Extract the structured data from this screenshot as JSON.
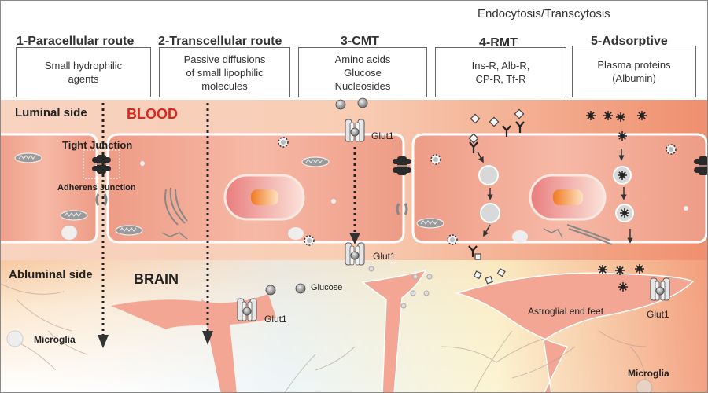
{
  "header": {
    "group_title": "Endocytosis/Transcytosis"
  },
  "routes": [
    {
      "title": "1-Paracellular route",
      "box_lines": [
        "Small hydrophilic",
        "agents"
      ]
    },
    {
      "title": "2-Transcellular route",
      "box_lines": [
        "Passive diffusions",
        "of small lipophilic",
        "molecules"
      ]
    },
    {
      "title": "3-CMT",
      "box_lines": [
        "Amino acids",
        "Glucose",
        "Nucleosides"
      ]
    },
    {
      "title": "4-RMT",
      "box_lines": [
        "Ins-R, Alb-R,",
        "CP-R, Tf-R"
      ]
    },
    {
      "title": "5-Adsorptive",
      "box_lines": [
        "Plasma proteins",
        "(Albumin)"
      ]
    }
  ],
  "labels": {
    "luminal_side": "Luminal side",
    "abluminal_side": "Abluminal side",
    "blood": "BLOOD",
    "brain": "BRAIN",
    "tight_junction": "Tight Junction",
    "adherens_junction": "Adherens Junction",
    "glut1_top": "Glut1",
    "glut1_bottom": "Glut1",
    "glut1_astro_left": "Glut1",
    "glut1_astro_right": "Glut1",
    "glucose": "Glucose",
    "astroglial_end_feet": "Astroglial end feet",
    "microglia_left": "Microglia",
    "microglia_right": "Microglia"
  },
  "colors": {
    "blood_label": "#d42a1e",
    "text": "#222222",
    "cell_fill": "#f2a58f",
    "lumen_fill": "#f7c6aa",
    "astro_fill": "#f2a493",
    "nucleus_core": "#f08a2c",
    "arrow": "#333333"
  }
}
